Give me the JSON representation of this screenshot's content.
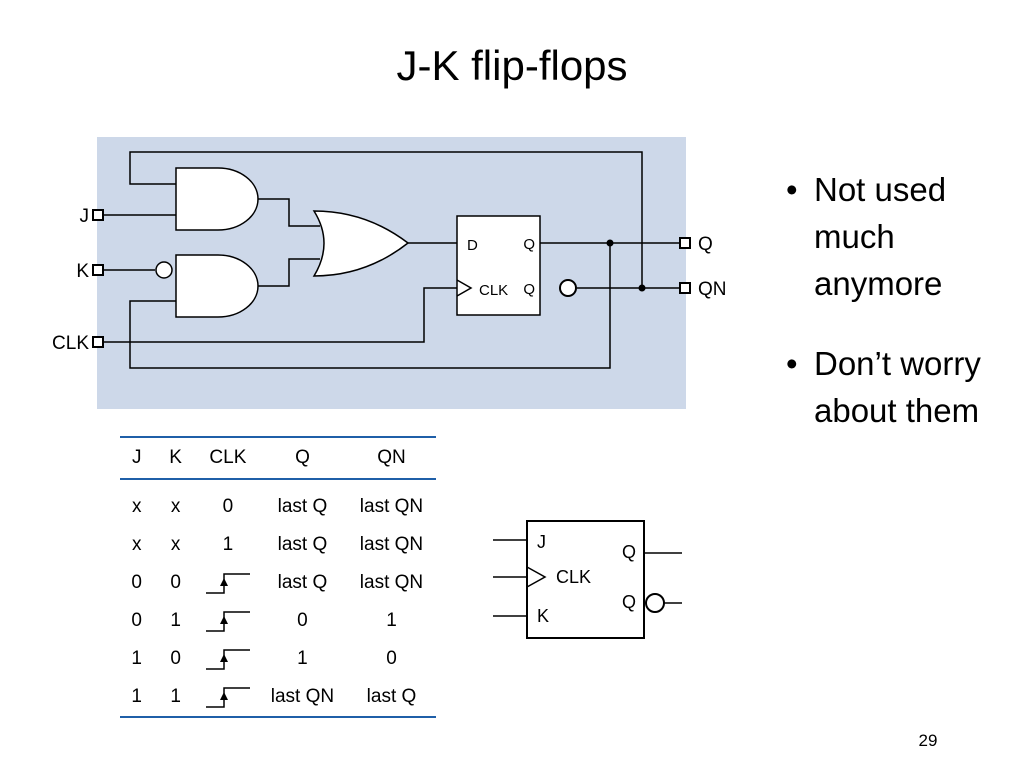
{
  "slide": {
    "title": "J-K flip-flops",
    "page_number": "29"
  },
  "circuit": {
    "background_color": "#cdd8e9",
    "inputs": {
      "j": "J",
      "k": "K",
      "clk": "CLK"
    },
    "outputs": {
      "q": "Q",
      "qn": "QN"
    },
    "dff": {
      "d": "D",
      "clk": "CLK",
      "q": "Q",
      "qn": "Q"
    }
  },
  "symbol": {
    "j": "J",
    "clk": "CLK",
    "k": "K",
    "q": "Q",
    "qn": "Q"
  },
  "truth_table": {
    "headers": [
      "J",
      "K",
      "CLK",
      "Q",
      "QN"
    ],
    "rows": [
      [
        "x",
        "x",
        "0",
        "last Q",
        "last QN"
      ],
      [
        "x",
        "x",
        "1",
        "last Q",
        "last QN"
      ],
      [
        "0",
        "0",
        "rising-edge",
        "last Q",
        "last QN"
      ],
      [
        "0",
        "1",
        "rising-edge",
        "0",
        "1"
      ],
      [
        "1",
        "0",
        "rising-edge",
        "1",
        "0"
      ],
      [
        "1",
        "1",
        "rising-edge",
        "last QN",
        "last Q"
      ]
    ],
    "rule_color": "#1f5fa8"
  },
  "bullets": [
    {
      "marker": "•",
      "text": "Not used much anymore"
    },
    {
      "marker": "•",
      "text": "Don’t worry about them"
    }
  ]
}
